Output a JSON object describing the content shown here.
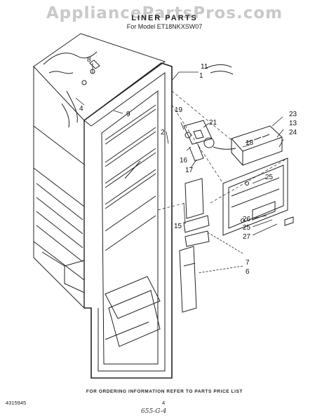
{
  "header": {
    "watermark": "AppliancePartsPros.com",
    "title": "LINER PARTS",
    "model": "For Model ET18NKXSW07"
  },
  "callouts": [
    "1",
    "2",
    "4",
    "6",
    "7",
    "8",
    "9",
    "11",
    "13",
    "15",
    "16",
    "17",
    "18",
    "19",
    "21",
    "23",
    "24",
    "25",
    "25",
    "26",
    "27"
  ],
  "footer": {
    "ordering_note": "FOR ORDERING INFORMATION REFER TO PARTS PRICE LIST",
    "doc_code": "4315945",
    "page_number": "4",
    "handwritten_note": "655-G-4"
  }
}
